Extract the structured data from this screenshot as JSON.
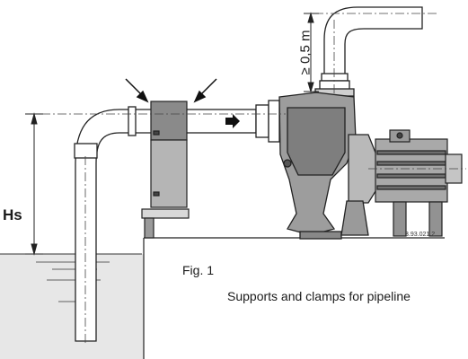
{
  "labels": {
    "suction_height": "Hs",
    "min_distance": "≥ 0,5 m",
    "figure_number": "Fig. 1",
    "caption": "Supports and clamps for pipeline",
    "drawing_code": "3.93.021.2"
  }
}
